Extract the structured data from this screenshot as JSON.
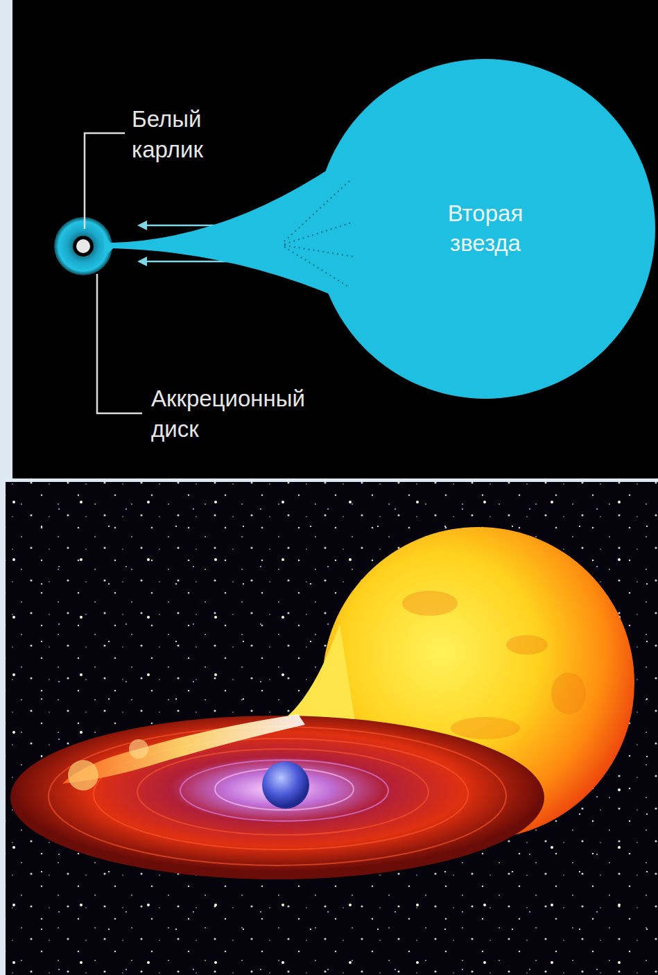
{
  "diagram": {
    "nodes": [
      {
        "text": [
          "Вторая звезда"
        ]
      }
    ],
    "labels": [
      "Белый карлик",
      "Аккреционный диск"
    ]
  }
}
